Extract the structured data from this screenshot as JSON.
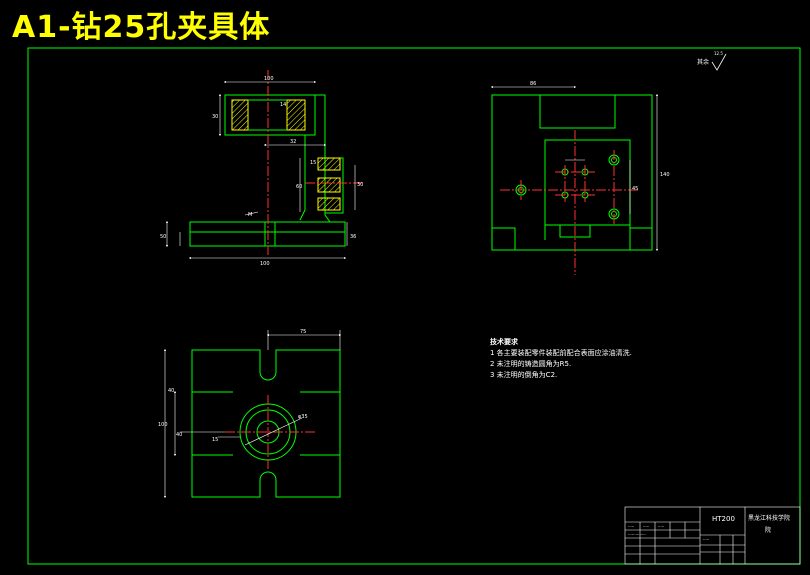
{
  "title": "A1-钻25孔夹具体",
  "surface_finish": {
    "label": "其余",
    "value": "12.5"
  },
  "technical_requirements": {
    "heading": "技术要求",
    "items": [
      "1 各主要装配零件装配前配合表面应涂油清洗.",
      "2 未注明的铸造圆角为R5.",
      "3 未注明的倒角为C2."
    ]
  },
  "dimensions": {
    "top_left_view": [
      "100",
      "14",
      "30",
      "32",
      "60",
      "15",
      "30",
      "M",
      "100",
      "50",
      "36"
    ],
    "top_right_view": [
      "86",
      "140",
      "45"
    ],
    "bottom_left_view": [
      "75",
      "100",
      "40",
      "φ35",
      "15",
      "40"
    ]
  },
  "title_block": {
    "material": "HT200",
    "school": "黑龙江科技学院",
    "school_line2": "院"
  },
  "colors": {
    "background": "#000000",
    "title": "#ffff00",
    "outline": "#00ff00",
    "centerline": "#ff3030",
    "dimension": "#ffffff",
    "hatch": "#ffff00",
    "border": "#00ff00"
  }
}
